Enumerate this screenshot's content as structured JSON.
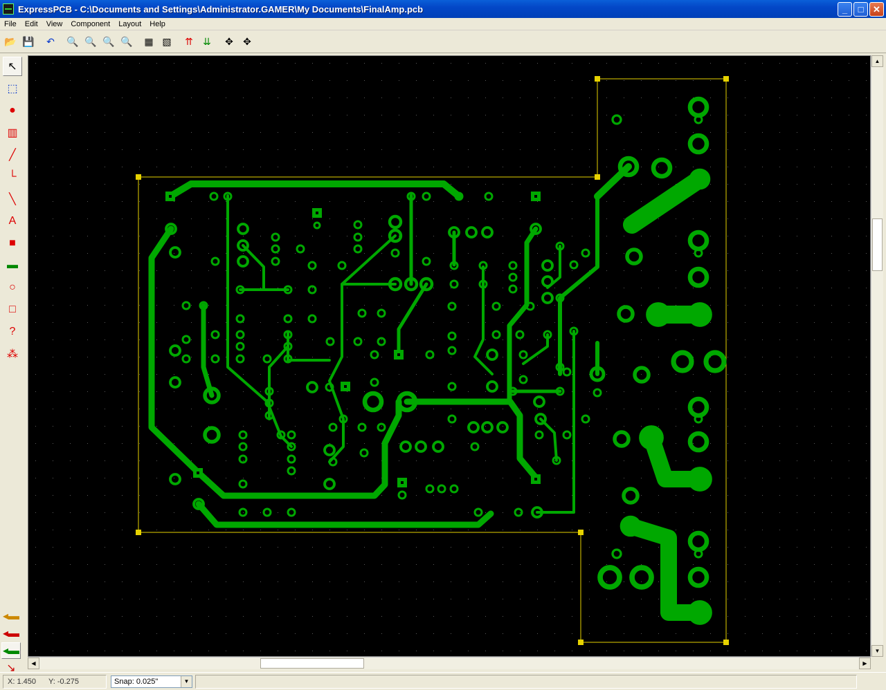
{
  "window": {
    "title": "ExpressPCB - C:\\Documents and Settings\\Administrator.GAMER\\My Documents\\FinalAmp.pcb",
    "buttons": {
      "minimize": "_",
      "maximize": "□",
      "close": "✕"
    }
  },
  "menu": [
    "File",
    "Edit",
    "View",
    "Component",
    "Layout",
    "Help"
  ],
  "toolbar": [
    {
      "name": "open-icon",
      "glyph": "📂"
    },
    {
      "name": "save-icon",
      "glyph": "💾"
    },
    {
      "name": "undo-icon",
      "glyph": "↶"
    },
    {
      "name": "zoom-in-icon",
      "glyph": "🔍"
    },
    {
      "name": "zoom-out-icon",
      "glyph": "🔍"
    },
    {
      "name": "zoom-window-icon",
      "glyph": "🔍"
    },
    {
      "name": "zoom-fit-icon",
      "glyph": "🔍"
    },
    {
      "name": "properties-icon",
      "glyph": "▦"
    },
    {
      "name": "component-properties-icon",
      "glyph": "▧"
    },
    {
      "name": "top-layer-icon",
      "glyph": "⇈"
    },
    {
      "name": "bottom-layer-icon",
      "glyph": "⇊"
    },
    {
      "name": "move-icon",
      "glyph": "✥"
    },
    {
      "name": "rotate-icon",
      "glyph": "✥"
    }
  ],
  "left_tools": [
    {
      "name": "select-tool-icon",
      "glyph": "↖",
      "active": true
    },
    {
      "name": "zoom-select-tool-icon",
      "glyph": "⬚"
    },
    {
      "name": "place-pad-tool-icon",
      "glyph": "●"
    },
    {
      "name": "place-component-tool-icon",
      "glyph": "▥"
    },
    {
      "name": "trace-tool-icon",
      "glyph": "╱"
    },
    {
      "name": "right-angle-trace-tool-icon",
      "glyph": "└"
    },
    {
      "name": "line-tool-icon",
      "glyph": "╲"
    },
    {
      "name": "text-tool-icon",
      "glyph": "A"
    },
    {
      "name": "shape-tool-icon",
      "glyph": "■"
    },
    {
      "name": "filled-area-tool-icon",
      "glyph": "▬"
    },
    {
      "name": "circle-tool-icon",
      "glyph": "○"
    },
    {
      "name": "rectangle-tool-icon",
      "glyph": "□"
    },
    {
      "name": "query-tool-icon",
      "glyph": "?"
    },
    {
      "name": "netlist-tool-icon",
      "glyph": "⁂"
    }
  ],
  "layer_tools": [
    {
      "name": "top-layer-select-icon",
      "glyph": "◂▬"
    },
    {
      "name": "bottom-layer-select-icon",
      "glyph": "◂▬"
    },
    {
      "name": "silkscreen-layer-select-icon",
      "glyph": "◂▬"
    },
    {
      "name": "ratsnest-tool-icon",
      "glyph": "↘"
    }
  ],
  "colors": {
    "board_background": "#000000",
    "trace": "#00a800",
    "grid_dot": "#5a5a5a",
    "outline": "#e6d200"
  },
  "status": {
    "x_label": "X: 1.450",
    "y_label": "Y: -0.275",
    "snap_label": "Snap:",
    "snap_value": "0.025\""
  }
}
